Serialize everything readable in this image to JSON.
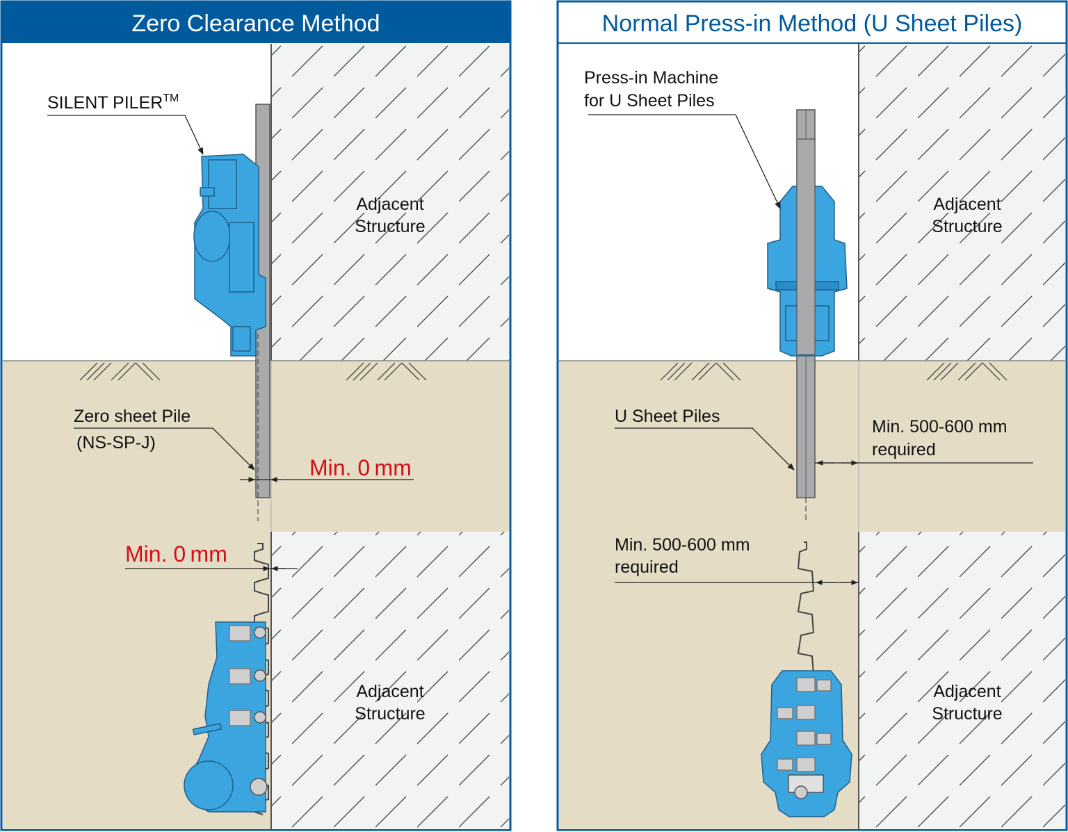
{
  "colors": {
    "title_blue": "#005a9c",
    "machine_blue": "#3ba5e0",
    "ground": "#e4dcc4",
    "structure": "#f2f4f4",
    "red": "#d0101b"
  },
  "left_panel": {
    "title": "Zero Clearance Method",
    "machine_label": "SILENT PILER",
    "machine_label_tm": "TM",
    "structure_label_line1": "Adjacent",
    "structure_label_line2": "Structure",
    "pile_label_line1": "Zero sheet Pile",
    "pile_label_line2": "(NS-SP-J)",
    "clearance_elevation": "Min. 0 mm",
    "plan_structure_line1": "Adjacent",
    "plan_structure_line2": "Structure",
    "clearance_plan": "Min. 0 mm"
  },
  "right_panel": {
    "title": "Normal Press-in Method (U Sheet Piles)",
    "machine_label_line1": "Press-in Machine",
    "machine_label_line2": "for U Sheet Piles",
    "structure_label_line1": "Adjacent",
    "structure_label_line2": "Structure",
    "pile_label": "U Sheet Piles",
    "clearance_elevation_line1": "Min. 500-600 mm",
    "clearance_elevation_line2": "required",
    "clearance_plan_line1": "Min. 500-600 mm",
    "clearance_plan_line2": "required",
    "plan_structure_line1": "Adjacent",
    "plan_structure_line2": "Structure"
  }
}
